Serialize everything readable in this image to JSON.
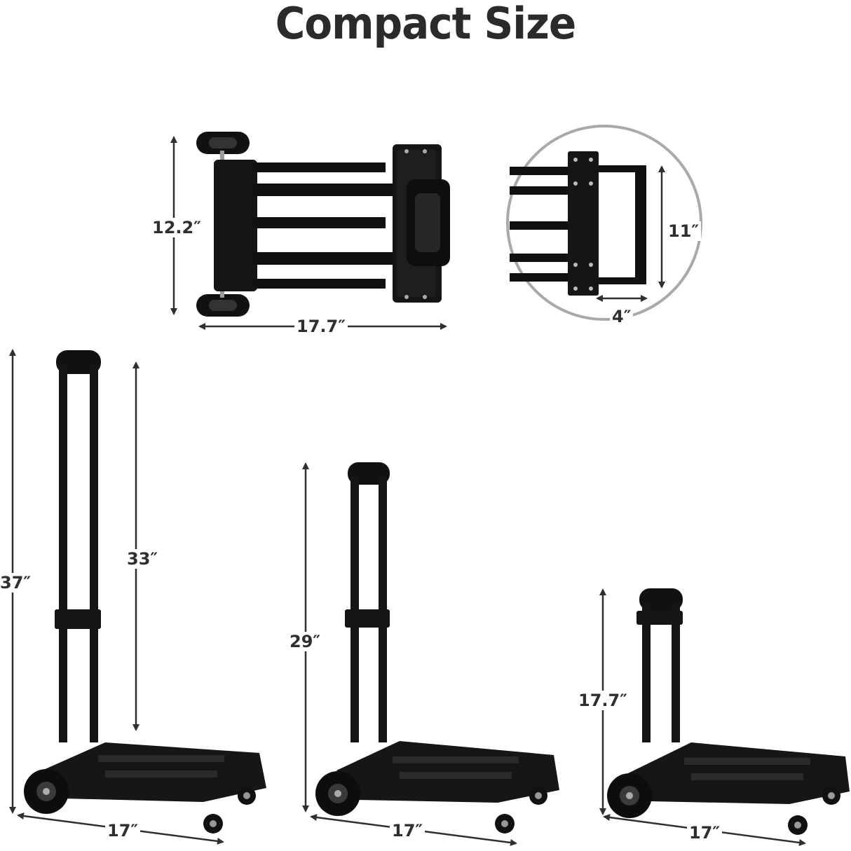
{
  "title": "Compact Size",
  "dimensions": {
    "folded_height": "12.2″",
    "folded_width": "17.7″",
    "handle_height": "11″",
    "handle_depth": "4″",
    "full_total_height": "37″",
    "full_handle_height": "33″",
    "mid_height": "29″",
    "low_height": "17.7″",
    "base_width_full": "17″",
    "base_width_mid": "17″",
    "base_width_low": "17″"
  },
  "colors": {
    "title": "#2b2b2b",
    "product": "#111111",
    "arrow": "#2f2f2f",
    "circle_border": "#a9a9a9"
  }
}
